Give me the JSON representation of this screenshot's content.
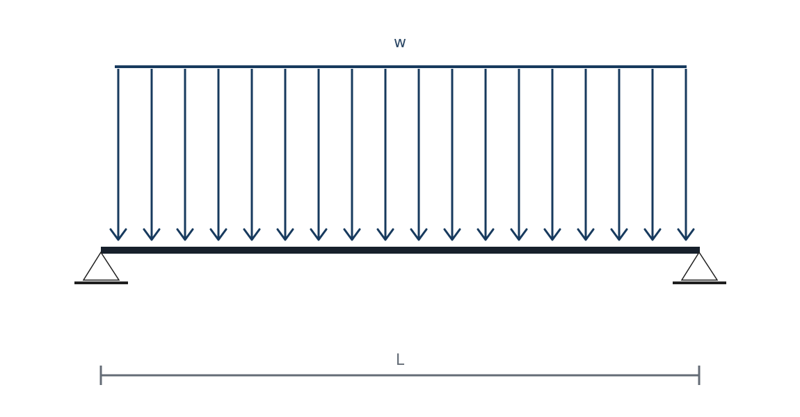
{
  "diagram": {
    "load_label": "w",
    "span_label": "L",
    "load_arrow_count": 18,
    "colors": {
      "load": "#173a5e",
      "beam": "#17202c",
      "support": "#1f1f1f",
      "dimension": "#646c76",
      "load_label": "#2b4765",
      "span_label": "#646c76"
    }
  }
}
